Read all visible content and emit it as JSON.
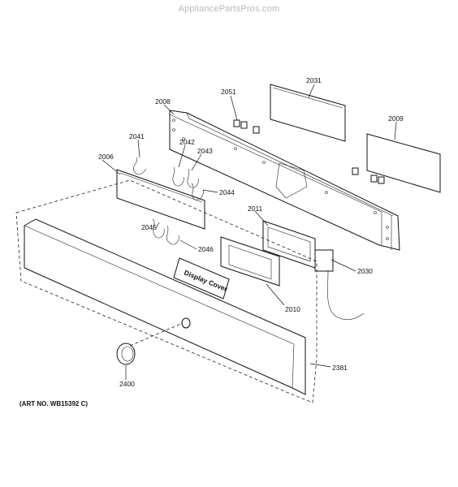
{
  "watermark": "AppliancePartsPros.com",
  "art_number": "(ART NO. WB15392 C)",
  "display_cover_text": "Display Cover",
  "callouts": {
    "p2031": "2031",
    "p2051": "2051",
    "p2008": "2008",
    "p2009": "2009",
    "p2041": "2041",
    "p2042": "2042",
    "p2043": "2043",
    "p2006": "2006",
    "p2044": "2044",
    "p2011": "2011",
    "p2045": "2045",
    "p2046": "2046",
    "p2030": "2030",
    "p2010": "2010",
    "p2381": "2381",
    "p2400": "2400"
  }
}
